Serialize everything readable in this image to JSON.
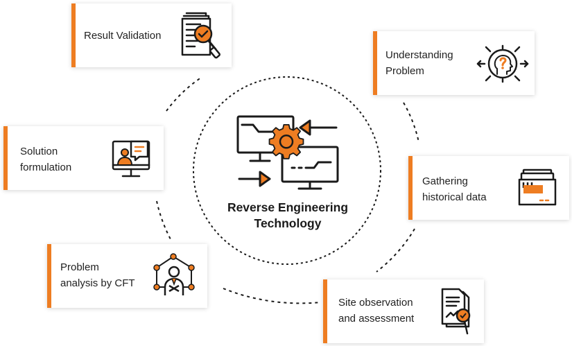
{
  "center": {
    "title": "Reverse Engineering\nTechnology",
    "icon": "monitors-gear-arrows-icon"
  },
  "accent_color": "#ee7d22",
  "steps": [
    {
      "label": "Understanding\nProblem",
      "icon": "head-question-icon"
    },
    {
      "label": "Gathering\nhistorical data",
      "icon": "data-folder-icon"
    },
    {
      "label": "Site observation\nand assessment",
      "icon": "document-search-icon"
    },
    {
      "label": "Problem\nanalysis by CFT",
      "icon": "team-network-icon"
    },
    {
      "label": "Solution\nformulation",
      "icon": "video-chat-icon"
    },
    {
      "label": "Result Validation",
      "icon": "document-check-icon"
    }
  ]
}
